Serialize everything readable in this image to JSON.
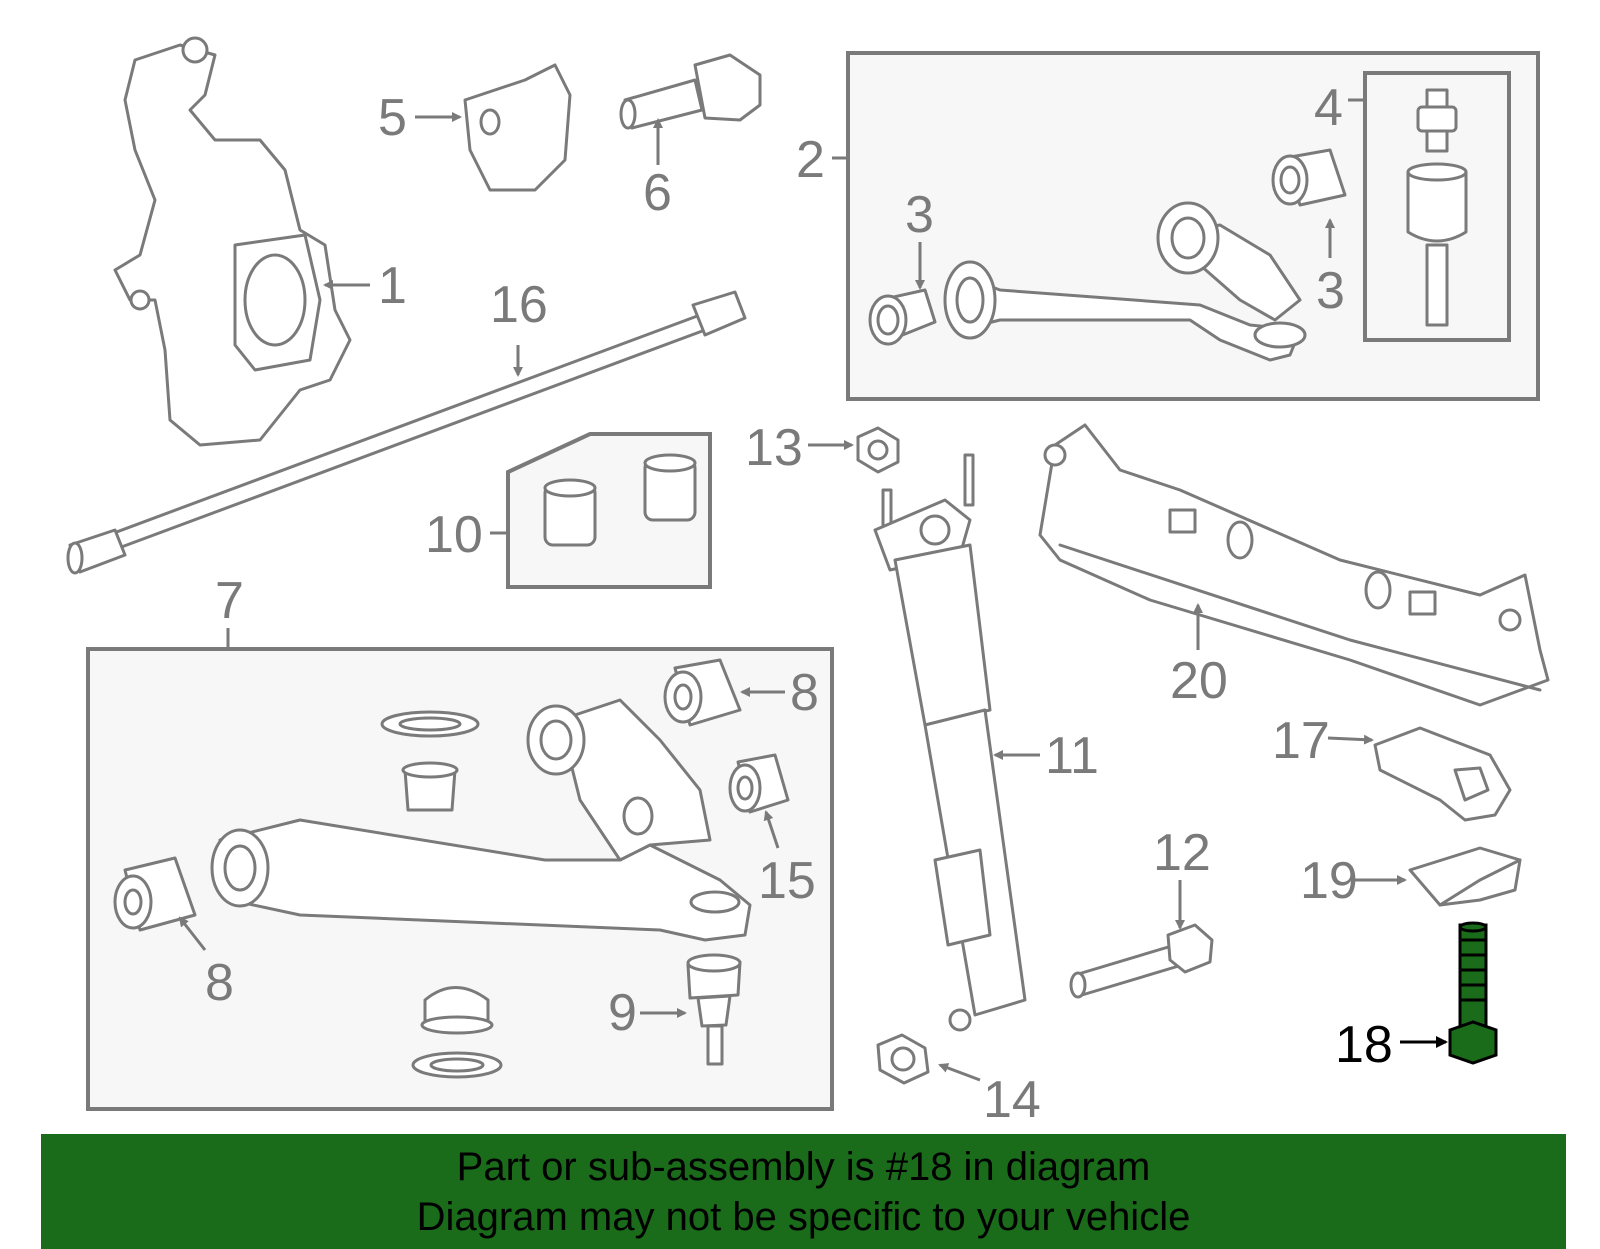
{
  "diagram": {
    "highlight_color": "#1a6b1a",
    "line_color": "#7a7a7a",
    "highlighted_callout": "18",
    "callouts": {
      "c1": "1",
      "c2": "2",
      "c3a": "3",
      "c3b": "3",
      "c4": "4",
      "c5": "5",
      "c6": "6",
      "c7": "7",
      "c8a": "8",
      "c8b": "8",
      "c9": "9",
      "c10": "10",
      "c11": "11",
      "c12": "12",
      "c13": "13",
      "c14": "14",
      "c15": "15",
      "c16": "16",
      "c17": "17",
      "c18": "18",
      "c19": "19",
      "c20": "20"
    }
  },
  "banner": {
    "line1": "Part or sub-assembly is #18 in diagram",
    "line2": "Diagram may not be specific to your vehicle",
    "background": "#1a6b1a"
  }
}
